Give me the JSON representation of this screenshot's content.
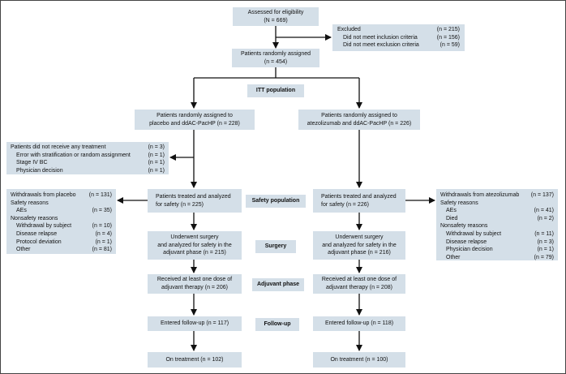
{
  "assessed": {
    "line1": "Assessed for eligibility",
    "line2": "(N = 669)"
  },
  "excluded": {
    "rows": [
      {
        "label": "Excluded",
        "n": "(n = 215)"
      },
      {
        "label": "Did not meet inclusion criteria",
        "n": "(n = 156)"
      },
      {
        "label": "Did not meet exclusion criteria",
        "n": "(n = 59)"
      }
    ]
  },
  "randomized": {
    "line1": "Patients randomly assigned",
    "line2": "(n = 454)"
  },
  "labels": {
    "itt": "ITT population",
    "safety": "Safety population",
    "surgery": "Surgery",
    "adjuvant": "Adjuvant phase",
    "followup": "Follow-up"
  },
  "placebo": {
    "assigned": {
      "line1": "Patients randomly assigned to",
      "line2": "placebo and ddAC-PacHP (n = 228)"
    },
    "no_treatment": {
      "rows": [
        {
          "label": "Patients did not receive any treatment",
          "n": "(n = 3)",
          "indent": 0
        },
        {
          "label": "Error with stratification or random assignment",
          "n": "(n = 1)",
          "indent": 1
        },
        {
          "label": "Stage IV BC",
          "n": "(n = 1)",
          "indent": 1
        },
        {
          "label": "Physician decision",
          "n": "(n = 1)",
          "indent": 1
        }
      ]
    },
    "treated": {
      "line1": "Patients treated and analyzed",
      "line2": "for safety (n = 225)"
    },
    "withdrawals": {
      "rows": [
        {
          "label": "Withdrawals from placebo",
          "n": "(n = 131)",
          "indent": 0
        },
        {
          "label": "Safety reasons",
          "n": "",
          "indent": 0
        },
        {
          "label": "AEs",
          "n": "(n = 35)",
          "indent": 1
        },
        {
          "label": "Nonsafety reasons",
          "n": "",
          "indent": 0
        },
        {
          "label": "Withdrawal by subject",
          "n": "(n = 10)",
          "indent": 1
        },
        {
          "label": "Disease relapse",
          "n": "(n = 4)",
          "indent": 1
        },
        {
          "label": "Protocol deviation",
          "n": "(n = 1)",
          "indent": 1
        },
        {
          "label": "Other",
          "n": "(n = 81)",
          "indent": 1
        }
      ]
    },
    "surgery": {
      "line1": "Underwent surgery",
      "line2": "and analyzed for safety in the",
      "line3": "adjuvant phase (n = 215)"
    },
    "adjuvant": {
      "line1": "Received at least one dose of",
      "line2": "adjuvant therapy (n = 206)"
    },
    "followup": {
      "line1": "Entered follow-up (n = 117)"
    },
    "on_treatment": {
      "line1": "On treatment (n = 102)"
    }
  },
  "atezo": {
    "assigned": {
      "line1": "Patients randomly assigned to",
      "line2": "atezolizumab and ddAC-PacHP (n = 226)"
    },
    "treated": {
      "line1": "Patients treated and analyzed",
      "line2": "for safety (n = 226)"
    },
    "withdrawals": {
      "rows": [
        {
          "label": "Withdrawals from atezolizumab",
          "n": "(n = 137)",
          "indent": 0
        },
        {
          "label": "Safety reasons",
          "n": "",
          "indent": 0
        },
        {
          "label": "AEs",
          "n": "(n = 41)",
          "indent": 1
        },
        {
          "label": "Died",
          "n": "(n = 2)",
          "indent": 1
        },
        {
          "label": "Nonsafety reasons",
          "n": "",
          "indent": 0
        },
        {
          "label": "Withdrawal by subject",
          "n": "(n = 11)",
          "indent": 1
        },
        {
          "label": "Disease relapse",
          "n": "(n = 3)",
          "indent": 1
        },
        {
          "label": "Physician decision",
          "n": "(n = 1)",
          "indent": 1
        },
        {
          "label": "Other",
          "n": "(n = 79)",
          "indent": 1
        }
      ]
    },
    "surgery": {
      "line1": "Underwent surgery",
      "line2": "and analyzed for safety in the",
      "line3": "adjuvant phase (n = 216)"
    },
    "adjuvant": {
      "line1": "Received at least one dose of",
      "line2": "adjuvant therapy (n = 208)"
    },
    "followup": {
      "line1": "Entered follow-up (n = 118)"
    },
    "on_treatment": {
      "line1": "On treatment (n = 100)"
    }
  },
  "colors": {
    "box_fill": "#d4dfe8",
    "line": "#111111"
  }
}
